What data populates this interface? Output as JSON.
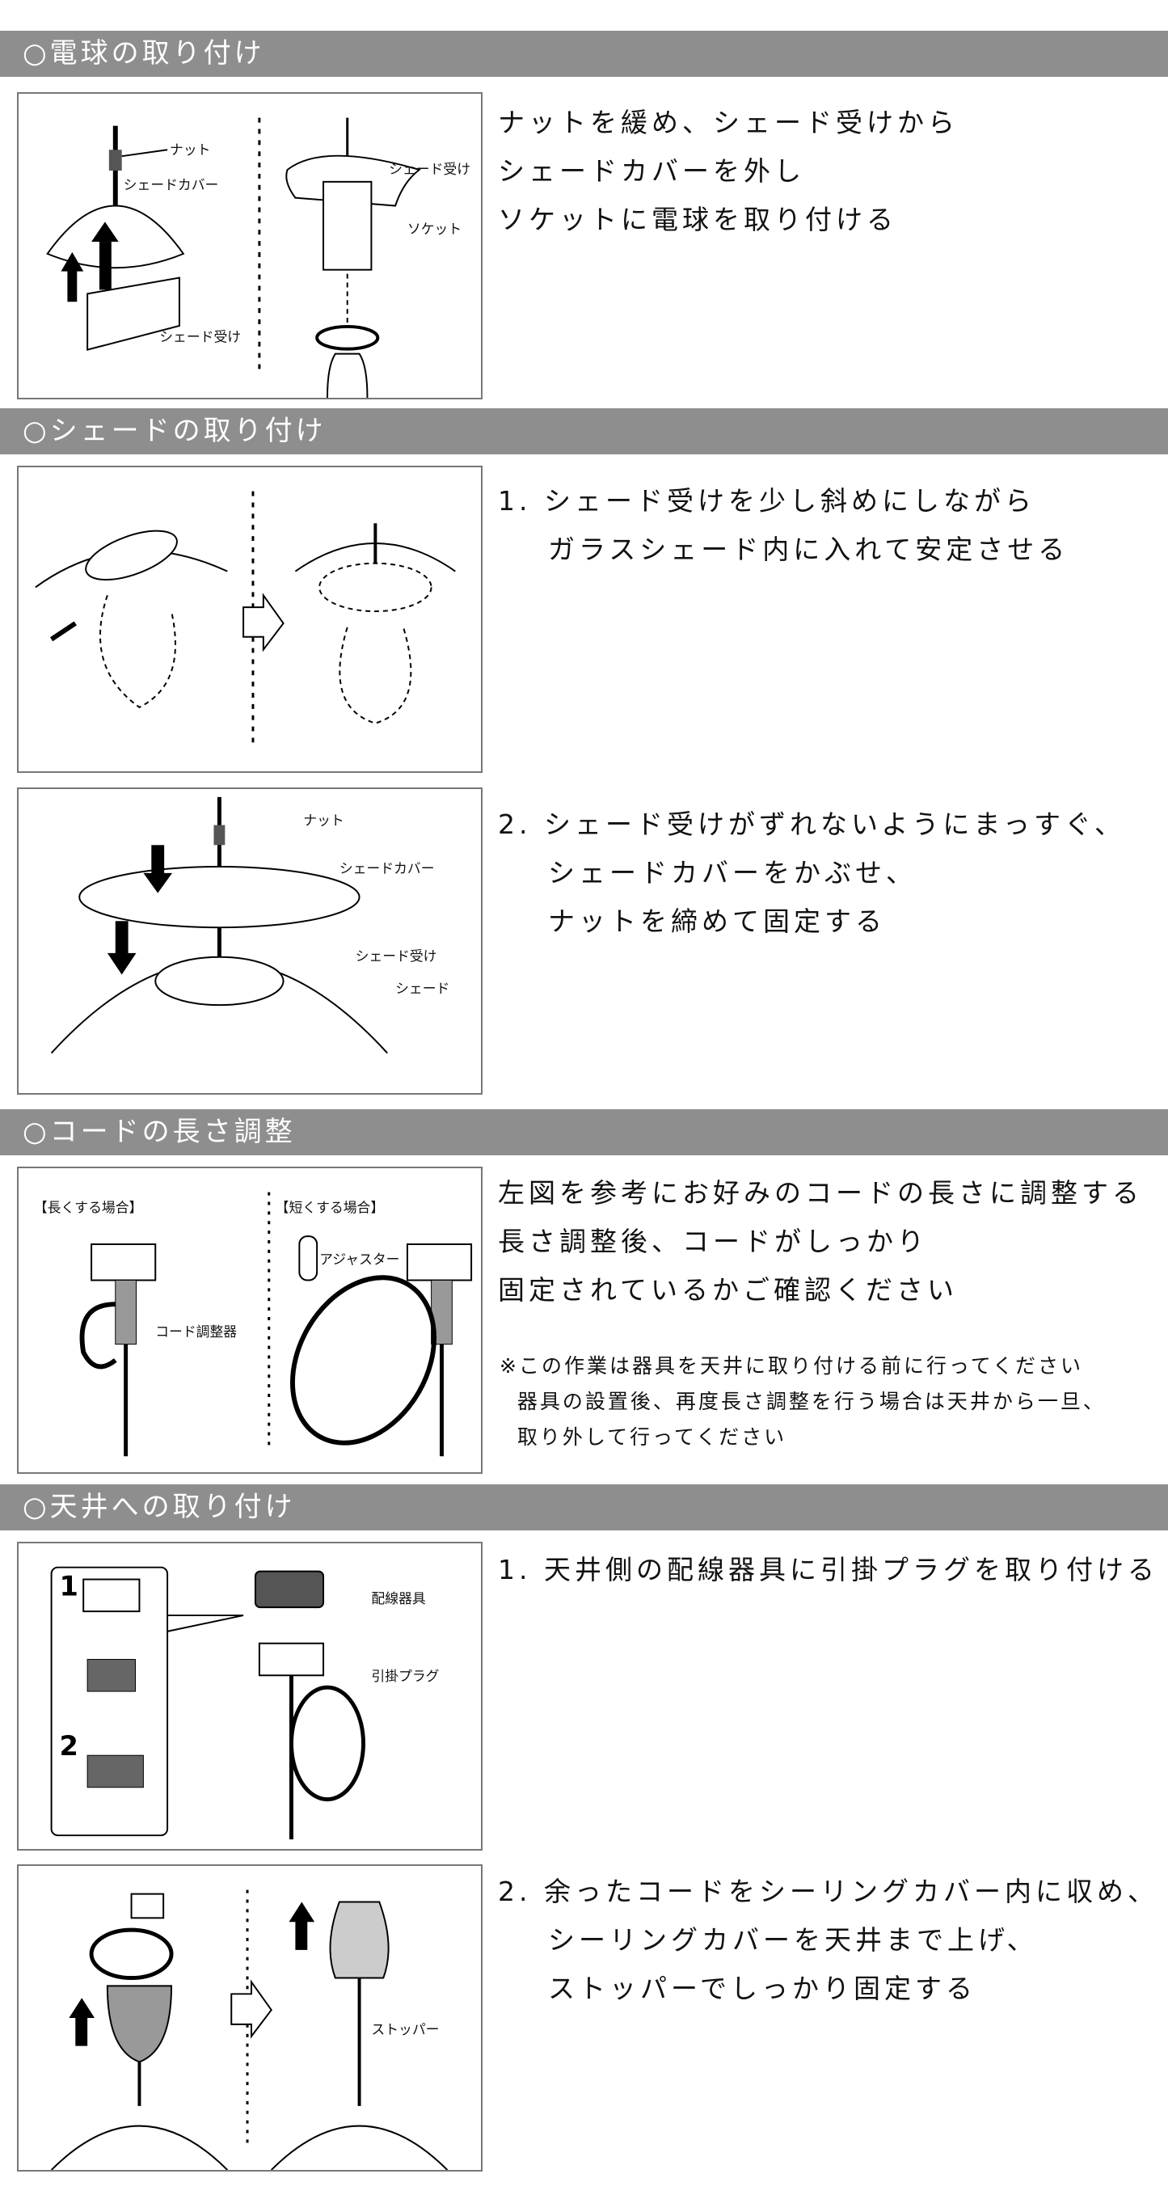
{
  "sections": [
    {
      "title": "○電球の取り付け",
      "steps": [
        {
          "lines": [
            "ナットを緩め、シェード受けから",
            "シェードカバーを外し",
            "ソケットに電球を取り付ける"
          ],
          "labels": [
            "ナット",
            "シェードカバー",
            "シェード受け",
            "シェード受け",
            "ソケット"
          ]
        }
      ]
    },
    {
      "title": "○シェードの取り付け",
      "steps": [
        {
          "lines": [
            "1. シェード受けを少し斜めにしながら",
            "    ガラスシェード内に入れて安定させる"
          ],
          "labels": []
        },
        {
          "lines": [
            "2. シェード受けがずれないようにまっすぐ、",
            "    シェードカバーをかぶせ、",
            "    ナットを締めて固定する"
          ],
          "labels": [
            "ナット",
            "シェードカバー",
            "シェード受け",
            "シェード"
          ]
        }
      ]
    },
    {
      "title": "○コードの長さ調整",
      "steps": [
        {
          "lines": [
            "左図を参考にお好みのコードの長さに調整する",
            "長さ調整後、コードがしっかり",
            "固定されているかご確認ください"
          ],
          "note": [
            "※この作業は器具を天井に取り付ける前に行ってください",
            "  器具の設置後、再度長さ調整を行う場合は天井から一旦、",
            "  取り外して行ってください"
          ],
          "labels": [
            "【長くする場合】",
            "【短くする場合】",
            "コード調整器",
            "アジャスター"
          ]
        }
      ]
    },
    {
      "title": "○天井への取り付け",
      "steps": [
        {
          "lines": [
            "1. 天井側の配線器具に引掛プラグを取り付ける"
          ],
          "labels": [
            "配線器具",
            "引掛プラグ",
            "1",
            "2"
          ]
        },
        {
          "lines": [
            "2. 余ったコードをシーリングカバー内に収め、",
            "    シーリングカバーを天井まで上げ、",
            "    ストッパーでしっかり固定する"
          ],
          "labels": [
            "ストッパー"
          ]
        }
      ]
    }
  ],
  "colors": {
    "header_bg": "#8e8e8e",
    "border": "#777777"
  }
}
